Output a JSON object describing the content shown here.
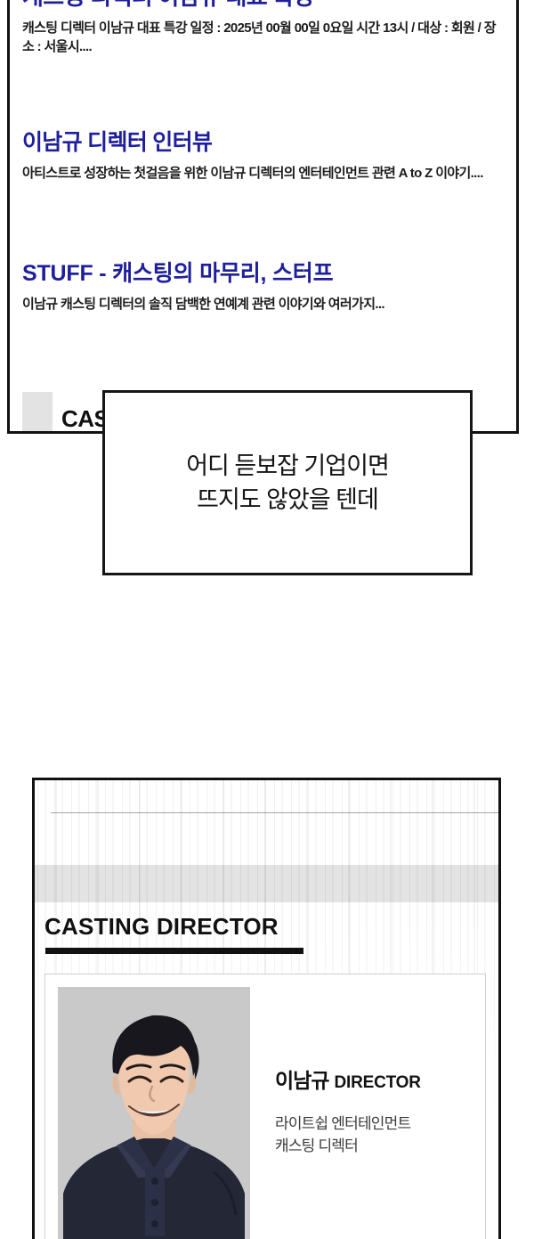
{
  "meta": {
    "accent_blue": "#1f1f9c",
    "ink": "#111111",
    "panel_bg": "#ffffff",
    "photo_bg": "#c9c9c9"
  },
  "top_panel": {
    "posts": [
      {
        "title": "캐스팅 디렉터 이남규 대표 특강",
        "desc": "캐스팅 디렉터 이남규 대표 특강 일정 : 2025년 00월 00일 0요일\n시간 13시 / 대상 : 회원 / 장소 : 서울시...."
      },
      {
        "title": "이남규 디렉터 인터뷰",
        "desc": "아티스트로 성장하는 첫걸음을 위한 이남규 디렉터의 엔터테인먼트\n관련 A to Z 이야기...."
      },
      {
        "title": "STUFF - 캐스팅의 마무리, 스터프",
        "desc": "이남규 캐스팅 디렉터의 솔직 담백한 연예계 관련 이야기와 여러가지..."
      },
      {
        "title": "CAS"
      }
    ]
  },
  "balloon": {
    "text": "어디 듣보잡 기업이면\n뜨지도 않았을 텐데"
  },
  "bottom_panel": {
    "section_heading": "CASTING DIRECTOR",
    "profile": {
      "name": "이남규",
      "role": "DIRECTOR",
      "subtitle": "라이트쉽 엔터테인먼트\n캐스팅 디렉터"
    }
  }
}
